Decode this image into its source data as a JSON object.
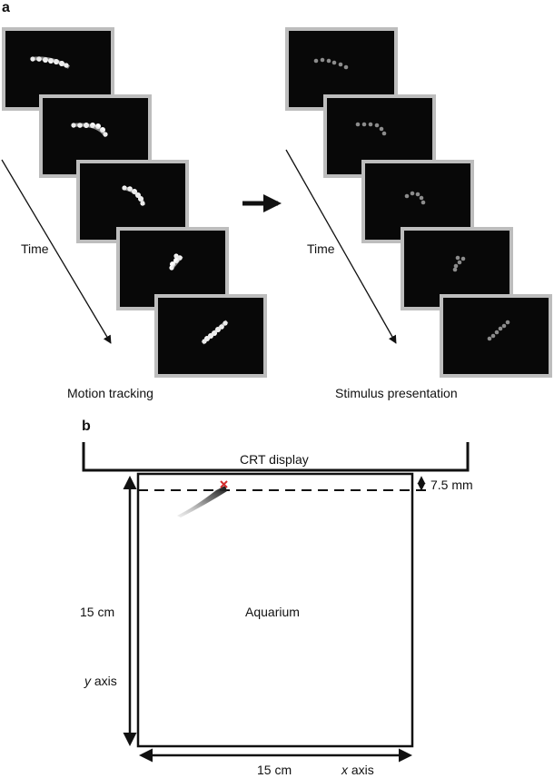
{
  "panel_a": {
    "letter": "a",
    "left_column": {
      "time_label": "Time",
      "caption": "Motion tracking"
    },
    "right_column": {
      "time_label": "Time",
      "caption": "Stimulus presentation"
    }
  },
  "panel_b": {
    "letter": "b",
    "display_label": "CRT display",
    "offset_label": "7.5 mm",
    "aquarium_label": "Aquarium",
    "height_label": "15 cm",
    "y_axis_var": "y",
    "y_axis_word": " axis",
    "width_label": "15 cm",
    "x_axis_var": "x",
    "x_axis_word": " axis"
  },
  "colors": {
    "frame_border": "#bdbdbd",
    "frame_fill": "#080808",
    "tracked_dot": "#ffffff",
    "stimulus_dot": "#8c8c8c",
    "target_marker": "#d32f2f"
  }
}
